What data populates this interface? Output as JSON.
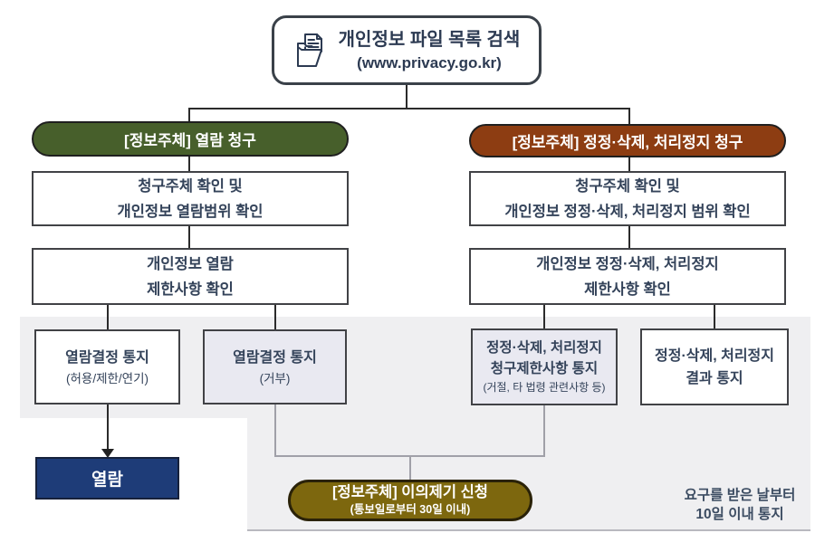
{
  "colors": {
    "header_left_green": "#475f2b",
    "header_right_brown": "#8d3d12",
    "objection_gold": "#7d670e",
    "result_navy": "#1e3c78",
    "panel_gray": "#efeff1",
    "box_lavender": "#e9e9f1",
    "text_navy": "#34435a"
  },
  "root_node": {
    "title": "개인정보 파일 목록 검색",
    "url": "(www.privacy.go.kr)"
  },
  "left_flow": {
    "header": "[정보주체] 열람 청구",
    "step1": {
      "line1": "청구주체 확인 및",
      "line2": "개인정보 열람범위 확인"
    },
    "step2": {
      "line1": "개인정보 열람",
      "line2": "제한사항 확인"
    },
    "notice_allow": {
      "title": "열람결정 통지",
      "sub": "(허용/제한/연기)"
    },
    "notice_deny": {
      "title": "열람결정 통지",
      "sub": "(거부)"
    },
    "result": "열람"
  },
  "right_flow": {
    "header": "[정보주체] 정정·삭제, 처리정지 청구",
    "step1": {
      "line1": "청구주체 확인 및",
      "line2": "개인정보 정정·삭제, 처리정지 범위 확인"
    },
    "step2": {
      "line1": "개인정보 정정·삭제, 처리정지",
      "line2": "제한사항 확인"
    },
    "notice_limit": {
      "line1": "정정·삭제, 처리정지",
      "line2": "청구제한사항 통지",
      "sub": "(거절, 타 법령 관련사항 등)"
    },
    "notice_result": {
      "line1": "정정·삭제, 처리정지",
      "line2": "결과 통지"
    }
  },
  "objection": {
    "title": "[정보주체] 이의제기 신청",
    "sub": "(통보일로부터 30일 이내)"
  },
  "deadline_note": {
    "line1": "요구를 받은 날부터",
    "line2": "10일 이내 통지"
  }
}
